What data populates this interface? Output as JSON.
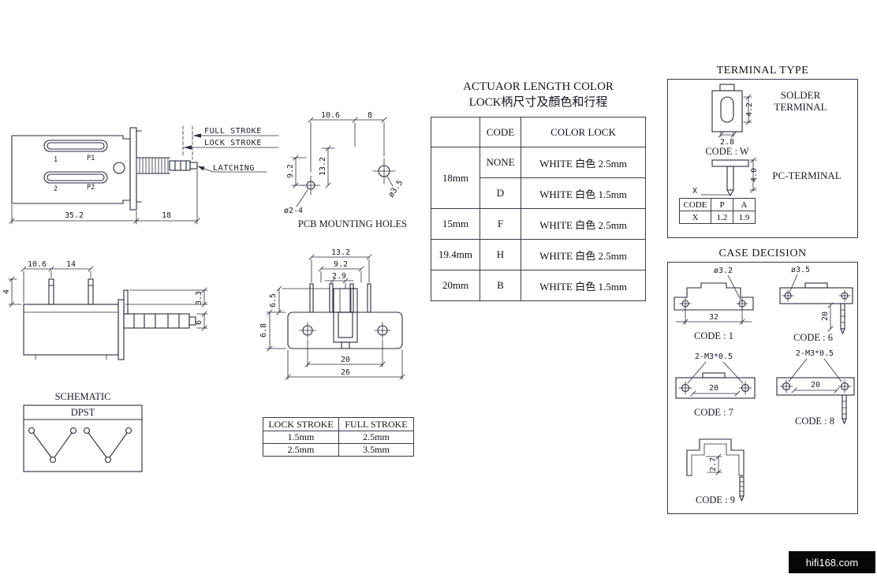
{
  "titles": {
    "actuator_line1": "ACTUAOR LENGTH COLOR",
    "actuator_line2": "LOCK柄尺寸及顏色和行程",
    "terminal_type": "TERMINAL TYPE",
    "case_decision": "CASE DECISION",
    "schematic": "SCHEMATIC",
    "dpst": "DPST",
    "pcb_holes": "PCB MOUNTING HOLES"
  },
  "watermark": "hifi168.com",
  "side_view": {
    "full_stroke": "FULL STROKE",
    "lock_stroke": "LOCK STROKE",
    "latching": "LATCHING",
    "n1": "1",
    "p1": "P1",
    "n2": "2",
    "p2": "P2",
    "dim_body": "35.2",
    "dim_shaft": "18"
  },
  "pcb": {
    "d106": "10.6",
    "d8": "8",
    "d92": "9.2",
    "d132": "13.2",
    "hole_small": "ø2-4",
    "hole_big": "ø3.5"
  },
  "bottom_view": {
    "d106": "10.6",
    "d14": "14",
    "d4": "4",
    "d33": "3.3",
    "d6": "6"
  },
  "front_view": {
    "d132": "13.2",
    "d92": "9.2",
    "d29": "2.9",
    "d65": "6.5",
    "d68": "6.8",
    "d20": "20",
    "d26": "26"
  },
  "actuator_table": {
    "header_code": "CODE",
    "header_color": "COLOR LOCK",
    "len_18": "18mm",
    "len_15": "15mm",
    "len_194": "19.4mm",
    "len_20": "20mm",
    "rows": [
      {
        "code": "NONE",
        "color": "WHITE 白色 2.5mm"
      },
      {
        "code": "D",
        "color": "WHITE 白色 1.5mm"
      },
      {
        "code": "F",
        "color": "WHITE 白色 2.5mm"
      },
      {
        "code": "H",
        "color": "WHITE 白色 2.5mm"
      },
      {
        "code": "B",
        "color": "WHITE 白色 1.5mm"
      }
    ]
  },
  "stroke_table": {
    "header_lock": "LOCK STROKE",
    "header_full": "FULL STROKE",
    "rows": [
      {
        "lock": "1.5mm",
        "full": "2.5mm"
      },
      {
        "lock": "2.5mm",
        "full": "3.5mm"
      }
    ]
  },
  "terminal": {
    "solder1": "SOLDER",
    "solder2": "TERMINAL",
    "code_w": "CODE : W",
    "pc_label": "PC-TERMINAL",
    "d42": "4.2",
    "d28": "2.8",
    "d40": "4.0",
    "x_label": "X",
    "table": {
      "h_code": "CODE",
      "h_p": "P",
      "h_a": "A",
      "r_code": "X",
      "r_p": "1.2",
      "r_a": "1.9"
    }
  },
  "cases": {
    "c1": {
      "code": "CODE : 1",
      "dia": "ø3.2",
      "dim": "32"
    },
    "c6": {
      "code": "CODE : 6",
      "dia": "ø3.5",
      "dim": "20"
    },
    "c7": {
      "code": "CODE : 7",
      "thread": "2-M3*0.5",
      "dim": "20"
    },
    "c8": {
      "code": "CODE : 8",
      "thread": "2-M3*0.5",
      "dim": "20"
    },
    "c9": {
      "code": "CODE : 9",
      "dim": "2.7"
    }
  }
}
